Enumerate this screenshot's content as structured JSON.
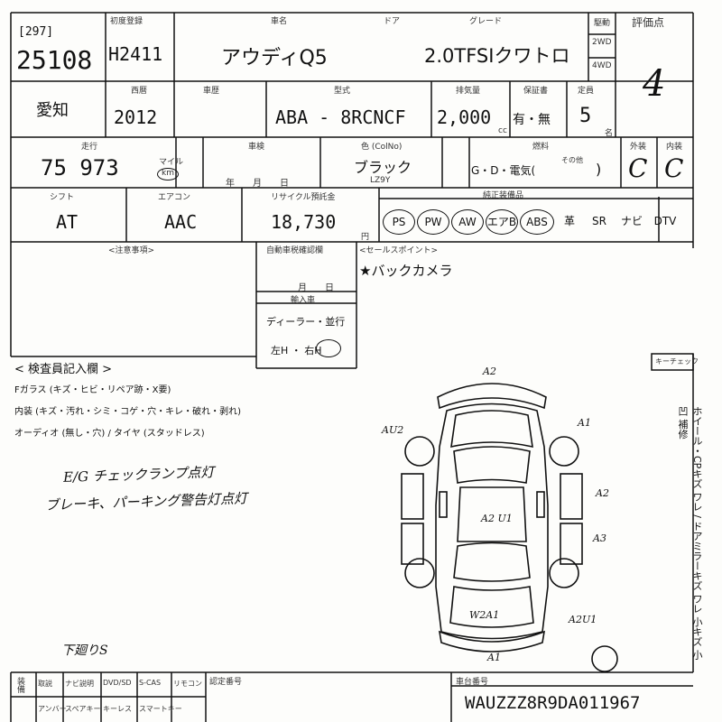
{
  "header": {
    "lot_bracket": "[297]",
    "lot_number": "25108",
    "first_reg_label": "初度登録",
    "first_reg": "H2411",
    "model_label": "車名",
    "model": "アウディQ5",
    "door_label": "ドア",
    "grade_label": "グレード",
    "grade": "2.0TFSIクワトロ",
    "drive_label": "駆動",
    "drive_2wd": "2WD",
    "drive_4wd": "4WD",
    "score_label": "評価点",
    "score": "4"
  },
  "row2": {
    "region": "愛知",
    "year_label": "西暦",
    "year": "2012",
    "history_label": "車歴",
    "type_label": "型式",
    "type": "ABA - 8RCNCF",
    "cc_label": "排気量",
    "cc": "2,000",
    "cc_unit": "cc",
    "warranty_label": "保証書",
    "warranty": "有・無",
    "capacity_label": "定員",
    "capacity": "5",
    "capacity_unit": "名"
  },
  "row3": {
    "mileage_label": "走行",
    "mileage": "75 973",
    "mileage_unit": "km",
    "mile_label": "マイル",
    "inspection_label": "車検",
    "inspection_date": "年　　月　　日",
    "color_label": "色 (ColNo)",
    "color": "ブラック",
    "color_code": "LZ9Y",
    "fuel_label": "燃料",
    "fuel": "G・D・電気(",
    "fuel_other": "その他",
    "fuel_close": ")",
    "exterior_label": "外装",
    "exterior": "C",
    "interior_label": "内装",
    "interior": "C"
  },
  "row4": {
    "shift_label": "シフト",
    "shift": "AT",
    "ac_label": "エアコン",
    "ac": "AAC",
    "recycle_label": "リサイクル預託金",
    "recycle": "18,730",
    "recycle_unit": "円",
    "options_label": "純正装備品",
    "options": [
      "PS",
      "PW",
      "AW",
      "エアB",
      "ABS",
      "革",
      "SR",
      "ナビ",
      "DTV"
    ]
  },
  "notes": {
    "attention_label": "<注意事項>",
    "record_label": "自動車税確認欄",
    "record_date": "月　　日",
    "import_label": "輸入車",
    "import": "ディーラー・並行",
    "handle": "左H ・ 右H",
    "sales_label": "<セールスポイント>",
    "sales": "★バックカメラ"
  },
  "inspection": {
    "title": "< 検査員記入欄 >",
    "line1": "Fガラス (キズ・ヒビ・リペア跡・X要)",
    "line2": "内装 (キズ・汚れ・シミ・コゲ・穴・キレ・破れ・剥れ)",
    "line3": "オーディオ (無し・穴) / タイヤ (スタッドレス)",
    "handwritten1": "E/G チェックランプ点灯",
    "handwritten2": "ブレーキ、パーキング警告灯点灯",
    "handwritten3": "下廻りS",
    "keycheck_label": "キーチェック",
    "side_text": "ホイール・CPキズ ワレ / ドアミラーキズ ワレ 小キズ 小凹 補修"
  },
  "diagram": {
    "marks": [
      "A2",
      "AU2",
      "A1",
      "A2",
      "A2 U1",
      "A3",
      "W2A1",
      "A2U1",
      "A1"
    ]
  },
  "footer": {
    "equip_label": "装備",
    "cells_top": [
      "取説",
      "ナビ説明",
      "DVD/SD",
      "S-CAS",
      "リモコン"
    ],
    "cells_bottom": [
      "アンバー",
      "スペアキー",
      "キーレス",
      "スマートキー"
    ],
    "certified_label": "認定番号",
    "vin_label": "車台番号",
    "vin": "WAUZZZ8R9DA011967"
  }
}
